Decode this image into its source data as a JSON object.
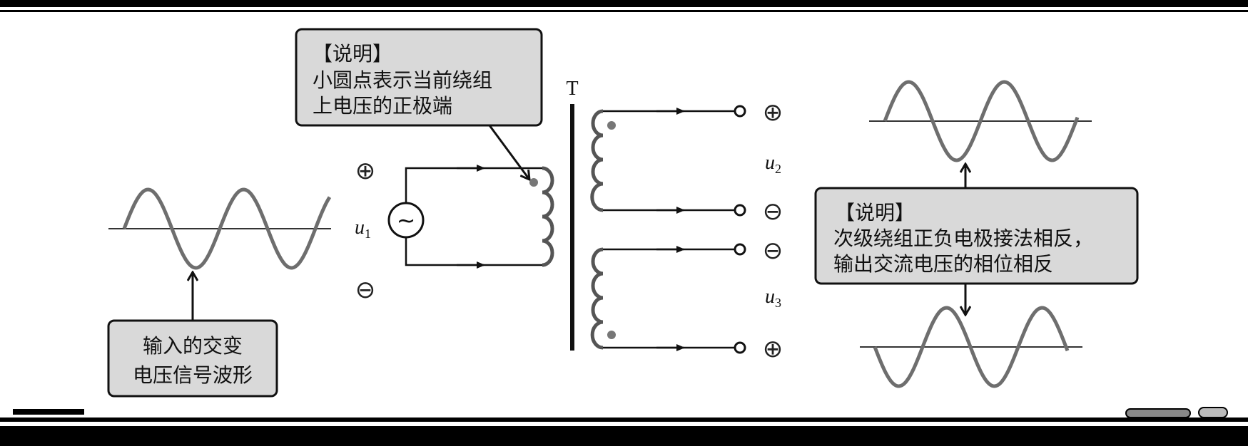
{
  "input_callout": {
    "lines": [
      "输入的交变",
      "电压信号波形"
    ]
  },
  "dot_callout": {
    "lines": [
      "【说明】",
      "小圆点表示当前绕组",
      "上电压的正极端"
    ]
  },
  "output_callout": {
    "lines": [
      "【说明】",
      "次级绕组正负电极接法相反，",
      "输出交流电压的相位相反"
    ]
  },
  "transformer_label": "T",
  "voltage_labels": {
    "u1": {
      "var": "u",
      "sub": "1"
    },
    "u2": {
      "var": "u",
      "sub": "2"
    },
    "u3": {
      "var": "u",
      "sub": "3"
    }
  },
  "polarity": {
    "primary_top": "+",
    "primary_bottom": "−",
    "sec1_top": "+",
    "sec1_bottom": "−",
    "sec2_top": "−",
    "sec2_bottom": "+"
  },
  "source_symbol": "~",
  "colors": {
    "wave": "#6e6e6e",
    "box_fill": "#d9d9d9",
    "line": "#111111",
    "dot": "#777777"
  }
}
